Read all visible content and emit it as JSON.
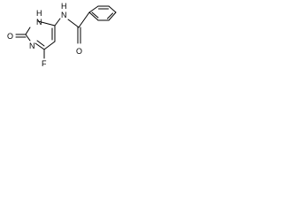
{
  "structure": {
    "atom_labels": {
      "ring_n1": "N",
      "ring_n1_h": "H",
      "amide_n": "N",
      "amide_n_h": "H",
      "carbonyl_o_left": "O",
      "carbonyl_o_amide": "O",
      "ring_n3": "N",
      "fluorine": "F"
    }
  }
}
